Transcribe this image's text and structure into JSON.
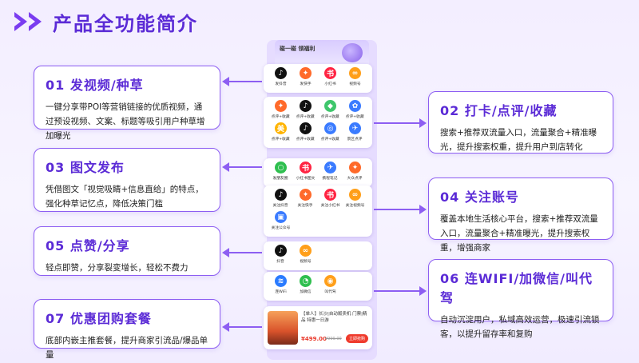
{
  "header": {
    "title": "产品全功能简介"
  },
  "phone": {
    "banner_text": "碰一碰 领福利",
    "panels": [
      [
        {
          "label": "发抖音",
          "color": "#111111",
          "glyph": "♪"
        },
        {
          "label": "发快手",
          "color": "#ff6a2a",
          "glyph": "✦"
        },
        {
          "label": "小红书",
          "color": "#ff2442",
          "glyph": "书"
        },
        {
          "label": "视频号",
          "color": "#ff9f1a",
          "glyph": "∞"
        }
      ],
      [
        {
          "label": "点评+收藏",
          "color": "#ff6a2a",
          "glyph": "✦"
        },
        {
          "label": "点评+收藏",
          "color": "#111111",
          "glyph": "♪"
        },
        {
          "label": "点评+收藏",
          "color": "#3ec66b",
          "glyph": "◆"
        },
        {
          "label": "点评+收藏",
          "color": "#3a7bff",
          "glyph": "✿"
        },
        {
          "label": "点评+收藏",
          "color": "#ffb400",
          "glyph": "美"
        },
        {
          "label": "点评+收藏",
          "color": "#111111",
          "glyph": "♪"
        },
        {
          "label": "点评+收藏",
          "color": "#3a7bff",
          "glyph": "◎"
        },
        {
          "label": "景区点评",
          "color": "#3a7bff",
          "glyph": "✈"
        }
      ],
      [
        {
          "label": "发朋友圈",
          "color": "#2fbf4f",
          "glyph": "○"
        },
        {
          "label": "小红书图文",
          "color": "#ff2442",
          "glyph": "书"
        },
        {
          "label": "携程笔记",
          "color": "#3a7bff",
          "glyph": "✈"
        },
        {
          "label": "大众点评",
          "color": "#ff6a2a",
          "glyph": "✦"
        }
      ],
      [
        {
          "label": "关注抖音",
          "color": "#111111",
          "glyph": "♪"
        },
        {
          "label": "关注快手",
          "color": "#ff6a2a",
          "glyph": "✦"
        },
        {
          "label": "关注小红书",
          "color": "#ff2442",
          "glyph": "书"
        },
        {
          "label": "关注视频号",
          "color": "#ff9f1a",
          "glyph": "∞"
        },
        {
          "label": "关注公众号",
          "color": "#3a7bff",
          "glyph": "▣"
        }
      ],
      [
        {
          "label": "抖音",
          "color": "#111111",
          "glyph": "♪"
        },
        {
          "label": "视频号",
          "color": "#ff9f1a",
          "glyph": "∞"
        }
      ],
      [
        {
          "label": "连WiFi",
          "color": "#2a7bff",
          "glyph": "≋"
        },
        {
          "label": "加微信",
          "color": "#2fbf4f",
          "glyph": "◔"
        },
        {
          "label": "叫代驾",
          "color": "#ff9f1a",
          "glyph": "◉"
        }
      ]
    ],
    "product": {
      "name": "【单人】长沙|自动贩卖机 门票|精品 特惠一日游",
      "price": "¥499.00",
      "original_price": "¥999.00",
      "buy_label": "立即抢购"
    }
  },
  "features": [
    {
      "title": "01 发视频/种草",
      "desc": "一键分享带POI等营销链接的优质视频，通过预设视频、文案、标题等吸引用户种草增加曝光"
    },
    {
      "title": "02 打卡/点评/收藏",
      "desc": "搜索+推荐双流量入口，流量聚合+精准曝光，提升搜索权重，提升用户到店转化"
    },
    {
      "title": "03 图文发布",
      "desc": "凭借图文「视觉吸睛+信息直给」的特点，强化种草记忆点，降低决策门槛"
    },
    {
      "title": "04 关注账号",
      "desc": "覆盖本地生活核心平台，搜索+推荐双流量入口，流量聚合+精准曝光，提升搜索权重，增强商家"
    },
    {
      "title": "05 点赞/分享",
      "desc": "轻点即赞，分享裂变增长，轻松不费力"
    },
    {
      "title": "06 连WIFI/加微信/叫代驾",
      "desc": "自动沉淀用户，私域高效运营，极速引流锁客，以提升留存率和复购"
    },
    {
      "title": "07 优惠团购套餐",
      "desc": "底部内嵌主推套餐，提升商家引流品/爆品单量"
    }
  ]
}
